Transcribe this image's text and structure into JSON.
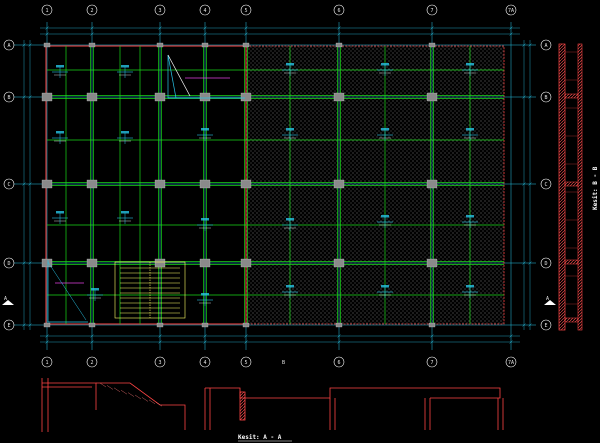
{
  "drawing": {
    "grid_columns": [
      "1",
      "2",
      "3",
      "4",
      "5",
      "6",
      "7",
      "7A"
    ],
    "grid_rows": [
      "A",
      "B",
      "C",
      "D",
      "E"
    ],
    "section_a_title": "Kesit: A - A",
    "section_b_title": "Kesit: B - B",
    "section_mark_a": "A",
    "section_mark_b": "B",
    "colors": {
      "background": "#000000",
      "grid": "#27c4e6",
      "walls": "#ff4444",
      "beams": "#18d818",
      "hatch": "#b8b8b8",
      "columns": "#8a8a8a",
      "labels": "#ffffff",
      "stair": "#ffff66",
      "magenta": "#e040e0"
    }
  }
}
